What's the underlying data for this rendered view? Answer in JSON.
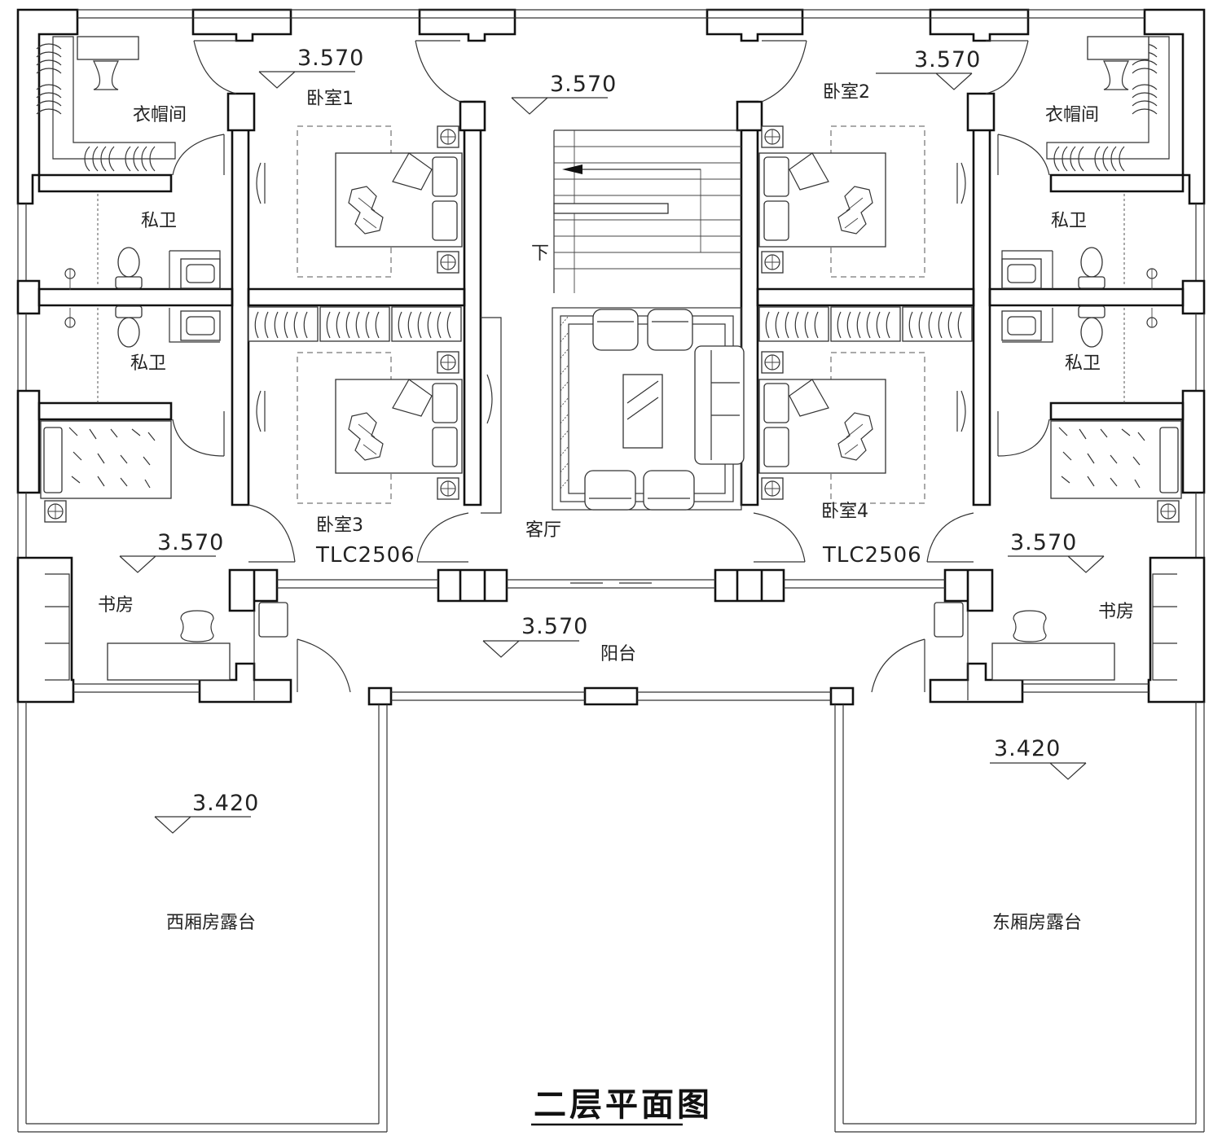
{
  "drawing": {
    "title": "二层平面图",
    "rooms": {
      "wardrobe_left": "衣帽间",
      "wardrobe_right": "衣帽间",
      "bedroom1": "卧室1",
      "bedroom2": "卧室2",
      "bedroom3": "卧室3",
      "bedroom4": "卧室4",
      "bath_tl": "私卫",
      "bath_ml": "私卫",
      "bath_tr": "私卫",
      "bath_mr": "私卫",
      "stair_down": "下",
      "living": "客厅",
      "study_left": "书房",
      "study_right": "书房",
      "balcony": "阳台",
      "terrace_west": "西厢房露台",
      "terrace_east": "东厢房露台"
    },
    "window_codes": {
      "left": "TLC2506",
      "right": "TLC2506"
    },
    "elevations": {
      "bedroom1": "3.570",
      "stair": "3.570",
      "bedroom2": "3.570",
      "study_left": "3.570",
      "study_right": "3.570",
      "balcony": "3.570",
      "terrace_west": "3.420",
      "terrace_east": "3.420"
    },
    "colors": {
      "line": "#111111",
      "background": "#ffffff"
    },
    "icons": [
      "bed-icon",
      "toilet-icon",
      "sink-icon",
      "sofa-icon",
      "armchair-icon",
      "desk-chair-icon",
      "stair-arrow-icon",
      "elevation-marker-icon"
    ]
  }
}
